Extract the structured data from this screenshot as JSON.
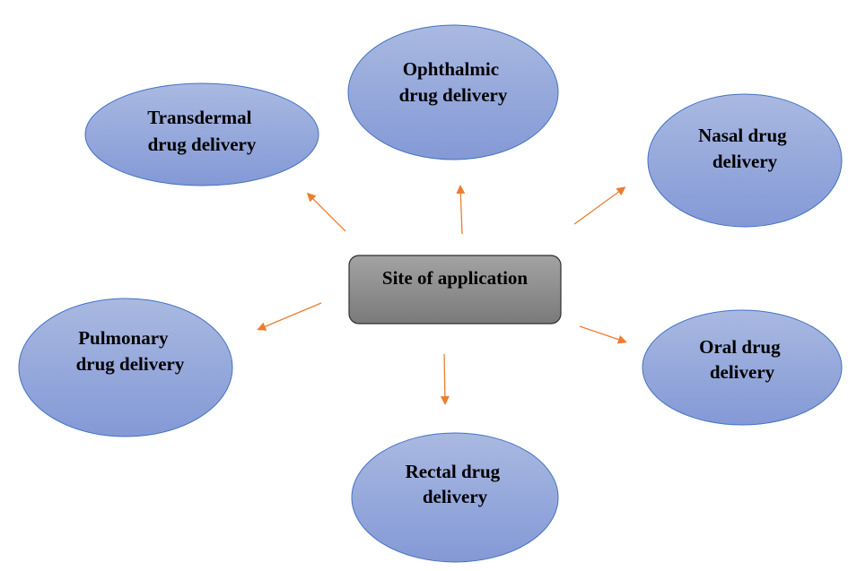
{
  "diagram": {
    "center": {
      "label": "Site of application"
    },
    "nodes": [
      {
        "id": "transdermal",
        "lines": [
          "Transdermal",
          "drug delivery"
        ]
      },
      {
        "id": "ophthalmic",
        "lines": [
          "Ophthalmic",
          "drug delivery"
        ]
      },
      {
        "id": "nasal",
        "lines": [
          "Nasal drug",
          "delivery"
        ]
      },
      {
        "id": "pulmonary",
        "lines": [
          "Pulmonary",
          "drug delivery"
        ]
      },
      {
        "id": "oral",
        "lines": [
          "Oral drug",
          "delivery"
        ]
      },
      {
        "id": "rectal",
        "lines": [
          "Rectal drug",
          "delivery"
        ]
      }
    ],
    "colors": {
      "ellipse_top": "#A9B9E1",
      "ellipse_bottom": "#8499D6",
      "ellipse_stroke": "#4472C4",
      "center_top": "#A3A3A3",
      "center_bottom": "#7A7A7A",
      "center_stroke": "#2E2E2E",
      "arrow": "#ED7D31"
    }
  }
}
